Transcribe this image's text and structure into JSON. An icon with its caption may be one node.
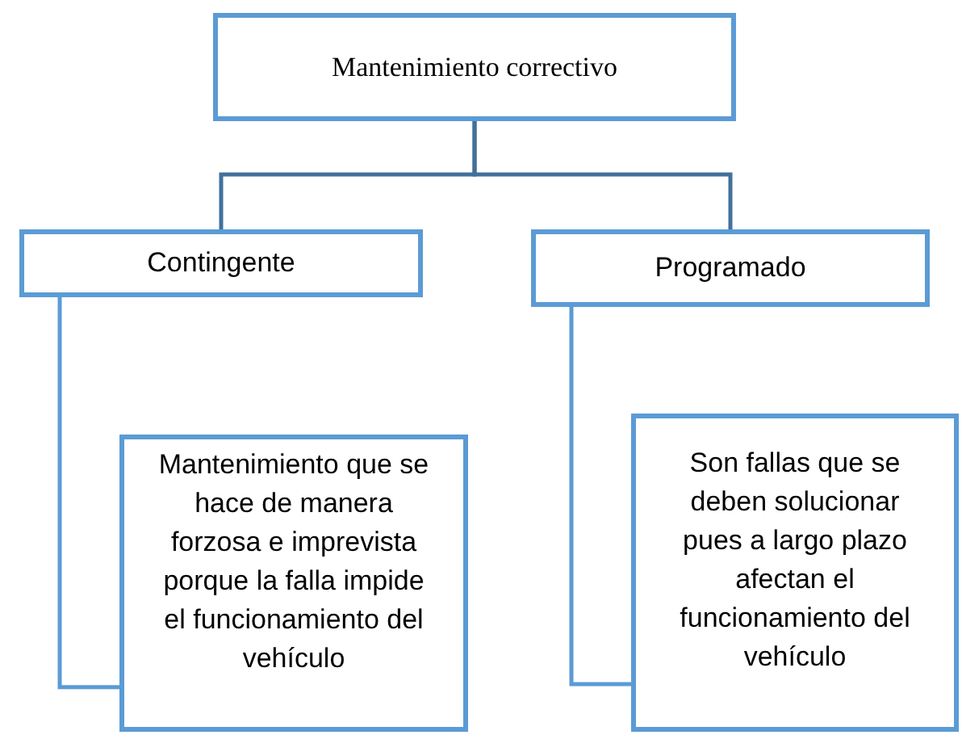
{
  "diagram": {
    "nodes": [
      {
        "text": [
          "Mantenimiento correctivo"
        ]
      },
      {
        "text": [
          "Contingente"
        ]
      },
      {
        "text": [
          "Programado"
        ]
      },
      {
        "text": [
          "Mantenimiento que se hace de manera forzosa e imprevista porque la falla impide el funcionamiento del vehículo"
        ]
      },
      {
        "text": [
          "Son fallas que se deben solucionar pues a largo plazo afectan el funcionamiento del vehículo"
        ]
      }
    ],
    "edges": [
      {
        "from": 0,
        "to": 1,
        "arrow": "none"
      },
      {
        "from": 0,
        "to": 2,
        "arrow": "none"
      },
      {
        "from": 1,
        "to": 3,
        "arrow": "none"
      },
      {
        "from": 2,
        "to": 4,
        "arrow": "none"
      }
    ]
  }
}
